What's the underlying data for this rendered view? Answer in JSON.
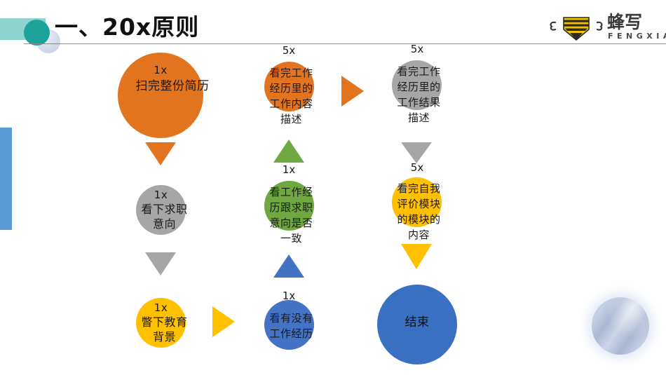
{
  "slide": {
    "title": "一、20ⅹ原则",
    "background": "#ffffff"
  },
  "logo": {
    "mark_name": "bee-icon",
    "wordmark": "蜂写",
    "subtext": "FENGXIAO",
    "color_body": "#F2C200",
    "color_text": "#3a3a3a"
  },
  "palette": {
    "orange": "#E2741F",
    "gray": "#A6A6A6",
    "yellow": "#FFC000",
    "green": "#6FA840",
    "blue": "#4472C4",
    "blue_end": "#3A70C2",
    "teal_light": "#8ED3CC",
    "teal_dark": "#1DA39A",
    "bar_blue": "#5B9BD5",
    "rule": "#8a8a8a"
  },
  "diagram": {
    "columns": [
      {
        "name": "column-1",
        "nodes": [
          {
            "multiplier": "1ⅹ",
            "multiplier_position": "inside",
            "text": "扫完整份简历",
            "color": "#E2741F"
          },
          {
            "multiplier": "1ⅹ",
            "multiplier_position": "inside",
            "text": "看下求职意向",
            "color": "#A6A6A6"
          },
          {
            "multiplier": "1ⅹ",
            "multiplier_position": "inside",
            "text": "瞥下教育背景",
            "color": "#FFC000"
          }
        ],
        "connectors": [
          {
            "direction": "down",
            "color": "#E2741F"
          },
          {
            "direction": "down",
            "color": "#A6A6A6"
          }
        ]
      },
      {
        "name": "column-2",
        "nodes": [
          {
            "multiplier": "5ⅹ",
            "multiplier_position": "above",
            "text": "看完工作经历里的工作内容描述",
            "color": "#E2741F"
          },
          {
            "multiplier": "1ⅹ",
            "multiplier_position": "above",
            "text": "看工作经历跟求职意向是否一致",
            "color": "#6FA840"
          },
          {
            "multiplier": "1ⅹ",
            "multiplier_position": "above",
            "text": "看有没有工作经历",
            "color": "#4472C4"
          }
        ],
        "connectors": [
          {
            "direction": "up",
            "color": "#6FA840"
          },
          {
            "direction": "up",
            "color": "#4472C4"
          }
        ]
      },
      {
        "name": "column-3",
        "nodes": [
          {
            "multiplier": "5ⅹ",
            "multiplier_position": "above",
            "text": "看完工作经历里的工作结果描述",
            "color": "#A6A6A6"
          },
          {
            "multiplier": "5ⅹ",
            "multiplier_position": "above",
            "text": "看完自我评价模块的模块的内容",
            "color": "#FFC000"
          },
          {
            "multiplier": "",
            "multiplier_position": "none",
            "text": "结束",
            "color": "#3A70C2"
          }
        ],
        "connectors": [
          {
            "direction": "down",
            "color": "#A6A6A6"
          },
          {
            "direction": "down",
            "color": "#FFC000"
          }
        ]
      }
    ],
    "cross_connectors": [
      {
        "name": "connector-col1-to-col2",
        "direction": "right",
        "color": "#FFC000"
      },
      {
        "name": "connector-col2-to-col3",
        "direction": "right",
        "color": "#E2741F"
      }
    ]
  }
}
